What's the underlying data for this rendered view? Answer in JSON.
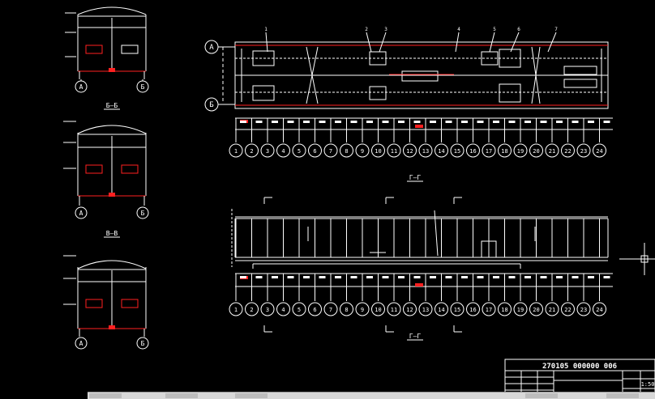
{
  "sections": {
    "b_b": "Б–Б",
    "v_v": "В–В",
    "g_g_top": "Г–Г",
    "g_g_bottom": "Г–Г"
  },
  "axes": {
    "section_left": "А",
    "section_right": "Б",
    "plan_top": "А",
    "plan_bottom": "Б"
  },
  "plan_column_numbers": [
    "1",
    "2",
    "3",
    "4",
    "5",
    "6",
    "7",
    "8",
    "9",
    "10",
    "11",
    "12",
    "13",
    "14",
    "15",
    "16",
    "17",
    "18",
    "19",
    "20",
    "21",
    "22",
    "23",
    "24"
  ],
  "callout_numbers": [
    "1",
    "2",
    "3",
    "4",
    "5",
    "6",
    "7"
  ],
  "title_block": {
    "doc_code": "270105 000000 006",
    "scale": "1:50"
  },
  "colors": {
    "background": "#000000",
    "lines": "#ffffff",
    "accent": "#ff2020"
  }
}
